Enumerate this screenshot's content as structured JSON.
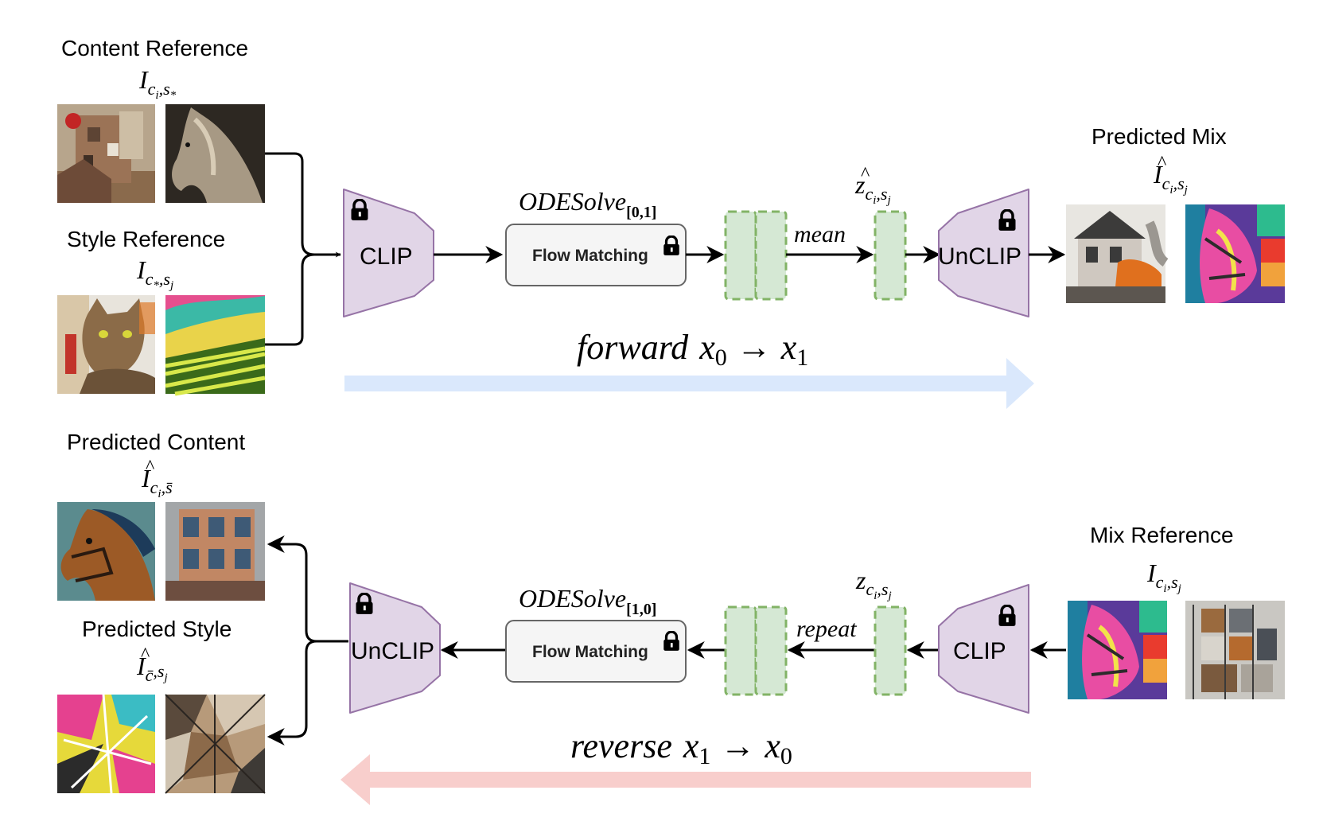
{
  "top": {
    "content_reference": {
      "title": "Content Reference",
      "symbol": {
        "base": "I",
        "sub": "c",
        "subsub": "i",
        "sep": ",",
        "sub2": "s",
        "sub2sub": "*"
      }
    },
    "style_reference": {
      "title": "Style Reference",
      "symbol": {
        "base": "I",
        "sub": "c",
        "subsub": "*",
        "sep": ",",
        "sub2": "s",
        "sub2sub": "j"
      }
    },
    "encoder_label": "CLIP",
    "ode_label": {
      "base": "ODESolve",
      "sub": "[0,1]"
    },
    "flow_label": "Flow Matching",
    "mean_label": "mean",
    "latent_symbol": {
      "hat": "^",
      "base": "z",
      "sub": "c",
      "subsub": "i",
      "sep": ",",
      "sub2": "s",
      "sub2sub": "j"
    },
    "decoder_label": "UnCLIP",
    "predicted_mix": {
      "title": "Predicted Mix",
      "symbol": {
        "hat": "^",
        "base": "I",
        "sub": "c",
        "subsub": "i",
        "sep": ",",
        "sub2": "s",
        "sub2sub": "j"
      }
    },
    "direction": {
      "word": "forward",
      "from": "x",
      "from_sub": "0",
      "arrow": "→",
      "to": "x",
      "to_sub": "1"
    }
  },
  "bottom": {
    "predicted_content": {
      "title": "Predicted Content",
      "symbol": {
        "hat": "^",
        "base": "I",
        "sub": "c",
        "subsub": "i",
        "sep": ",",
        "sub2": "s̄",
        "sub2sub": ""
      }
    },
    "predicted_style": {
      "title": "Predicted Style",
      "symbol": {
        "hat": "^",
        "base": "I",
        "sub": "c̄",
        "subsub": "",
        "sep": ",",
        "sub2": "s",
        "sub2sub": "j"
      }
    },
    "decoder_label": "UnCLIP",
    "ode_label": {
      "base": "ODESolve",
      "sub": "[1,0]"
    },
    "flow_label": "Flow Matching",
    "repeat_label": "repeat",
    "latent_symbol": {
      "base": "z",
      "sub": "c",
      "subsub": "i",
      "sep": ",",
      "sub2": "s",
      "sub2sub": "j"
    },
    "encoder_label": "CLIP",
    "mix_reference": {
      "title": "Mix Reference",
      "symbol": {
        "base": "I",
        "sub": "c",
        "subsub": "i",
        "sep": ",",
        "sub2": "s",
        "sub2sub": "j"
      }
    },
    "direction": {
      "word": "reverse",
      "from": "x",
      "from_sub": "1",
      "arrow": "→",
      "to": "x",
      "to_sub": "0"
    }
  },
  "colors": {
    "encoder_fill": "#e1d5e7",
    "encoder_stroke": "#9673a6",
    "latent_fill": "#d5e8d4",
    "latent_stroke": "#82b366",
    "flow_fill": "#f5f5f5",
    "flow_stroke": "#666666",
    "forward_arrow": "#dae8fc",
    "reverse_arrow": "#f8cecc"
  },
  "icons": {
    "lock": "lock-icon",
    "images": [
      "building-collage-image",
      "horse-sepia-image",
      "cat-painting-image",
      "pop-art-landscape-image",
      "house-painting-image",
      "horse-pixel-image",
      "horse-portrait-image",
      "tower-building-image",
      "pop-art-burst-image",
      "cubist-abstract-image",
      "horse-pixel-image",
      "cubist-building-image"
    ]
  }
}
